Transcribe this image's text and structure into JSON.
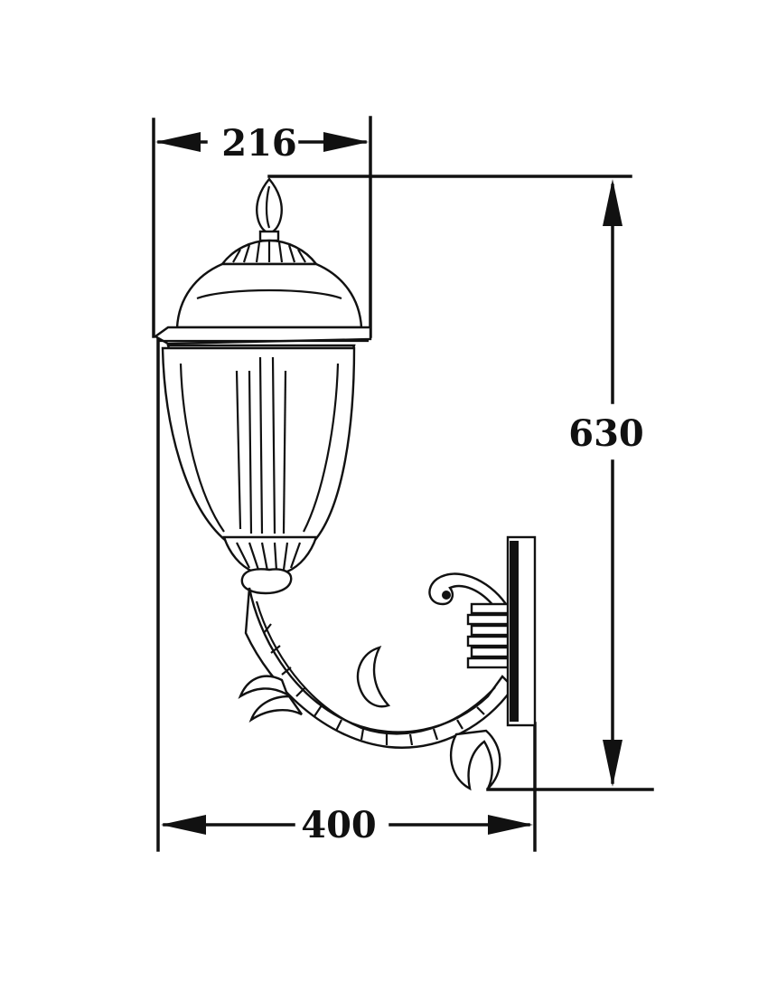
{
  "diagram": {
    "dimensions": {
      "top_width": "216",
      "height": "630",
      "bottom_width": "400"
    },
    "colors": {
      "line": "#111111",
      "background": "#ffffff"
    }
  }
}
